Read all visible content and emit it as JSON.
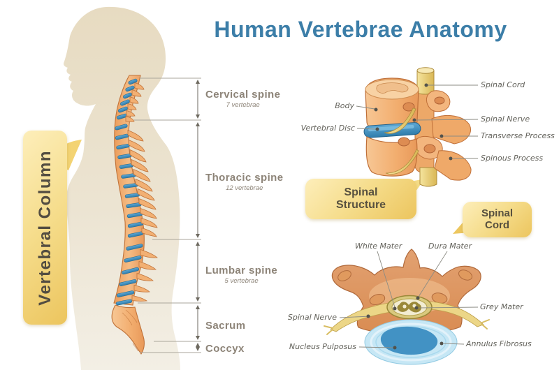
{
  "title": "Human Vertebrae Anatomy",
  "theme": {
    "title_color": "#3c7ea8",
    "bubble_gradient_light": "#fdeeba",
    "bubble_gradient_dark": "#ecc55e",
    "bubble_text_color": "#57503f",
    "section_label_color": "#8d8478",
    "annotation_color": "#63625b",
    "bone_color": "#f0a868",
    "bone_outline_color": "#bf6f38",
    "disc_color": "#3d8cba",
    "silhouette_color": "#e8dcc3"
  },
  "vertebral_column_bubble": {
    "label": "Vertebral Column"
  },
  "spine_sections": [
    {
      "name": "Cervical spine",
      "count_note": "7 vertebrae"
    },
    {
      "name": "Thoracic spine",
      "count_note": "12 vertebrae"
    },
    {
      "name": "Lumbar spine",
      "count_note": "5 vertebrae"
    },
    {
      "name": "Sacrum",
      "count_note": ""
    },
    {
      "name": "Coccyx",
      "count_note": ""
    }
  ],
  "spinal_structure_bubble": {
    "line1": "Spinal",
    "line2": "Structure"
  },
  "spinal_cord_bubble": {
    "line1": "Spinal",
    "line2": "Cord"
  },
  "structure_diagram_labels": {
    "body": "Body",
    "vertebral_disc": "Vertebral Disc",
    "spinal_cord": "Spinal Cord",
    "spinal_nerve": "Spinal Nerve",
    "transverse_process": "Transverse Process",
    "spinous_process": "Spinous Process"
  },
  "cord_diagram_labels": {
    "white_mater": "White Mater",
    "dura_mater": "Dura Mater",
    "grey_mater": "Grey Mater",
    "spinal_nerve": "Spinal Nerve",
    "nucleus_pulposus": "Nucleus Pulposus",
    "annulus_fibrosus": "Annulus Fibrosus"
  }
}
